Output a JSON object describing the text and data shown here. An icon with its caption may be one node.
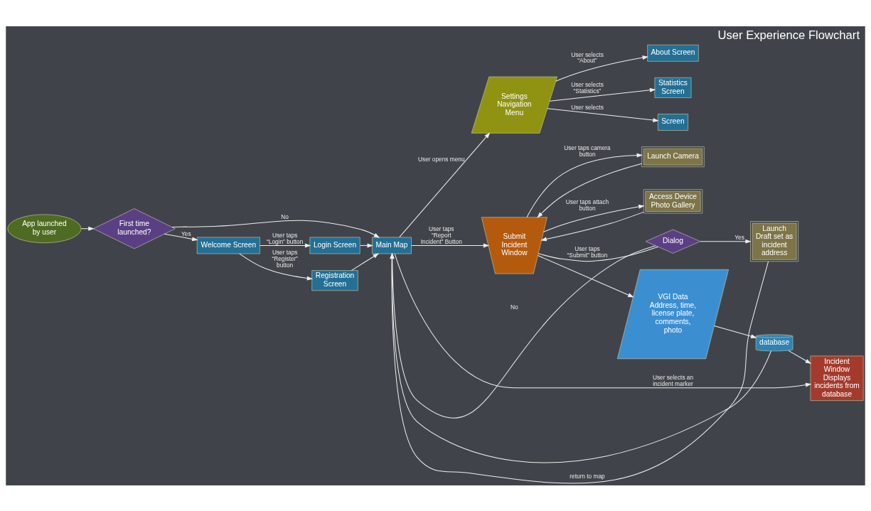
{
  "diagram": {
    "title": "User Experience Flowchart",
    "nodes": [
      {
        "text": [
          "App launched by user"
        ]
      },
      {
        "text": [
          "First time launched?"
        ]
      },
      {
        "text": [
          "About Screen"
        ]
      },
      {
        "text": [
          "Statistics Screen"
        ]
      },
      {
        "text": [
          "Screen"
        ]
      },
      {
        "text": [
          "Settings Navigation Menu"
        ]
      },
      {
        "text": [
          "Launch Camera"
        ]
      },
      {
        "text": [
          "Access Device Photo Gallery"
        ]
      },
      {
        "text": [
          "Main Map"
        ]
      },
      {
        "text": [
          "Submit Incident Window"
        ]
      },
      {
        "text": [
          "Welcome Screen"
        ]
      },
      {
        "text": [
          "Dialog"
        ]
      },
      {
        "text": [
          "Login Screen"
        ]
      },
      {
        "text": [
          "Registration Screen"
        ]
      },
      {
        "text": [
          "Incident Window",
          "Displays incidents from database"
        ]
      },
      {
        "text": [
          "database"
        ]
      },
      {
        "text": [
          "VGI Data",
          "Address, time, license plate, comments, photo"
        ]
      },
      {
        "text": [
          "Launch",
          "Draft set as incident address"
        ]
      }
    ],
    "edges": [
      {
        "from": 0,
        "to": 1,
        "arrow": "to"
      },
      {
        "from": 1,
        "to": 8,
        "arrow": "to",
        "label": "No"
      },
      {
        "from": 1,
        "to": 10,
        "arrow": "to",
        "label": "Yes"
      },
      {
        "from": 10,
        "to": 12,
        "arrow": "to",
        "label": "User taps “Login” button"
      },
      {
        "from": 10,
        "to": 13,
        "arrow": "to",
        "label": "User taps “Register” button"
      },
      {
        "from": 12,
        "to": 8,
        "arrow": "to"
      },
      {
        "from": 13,
        "to": 8,
        "arrow": "to"
      },
      {
        "from": 8,
        "to": 5,
        "arrow": "to",
        "label": "User opens menu"
      },
      {
        "from": 5,
        "to": 2,
        "arrow": "to",
        "label": "User selects “About”"
      },
      {
        "from": 5,
        "to": 3,
        "arrow": "to",
        "label": "User selects “Statistics”"
      },
      {
        "from": 5,
        "to": 4,
        "arrow": "to",
        "label": "User selects"
      },
      {
        "from": 8,
        "to": 9,
        "arrow": "to",
        "label": "User taps “Report Incident” Button"
      },
      {
        "from": 9,
        "to": 6,
        "arrow": "to",
        "label": "User taps camera button"
      },
      {
        "from": 9,
        "to": 7,
        "arrow": "to",
        "label": "User taps attach button"
      },
      {
        "from": 6,
        "to": 9,
        "arrow": "to"
      },
      {
        "from": 7,
        "to": 9,
        "arrow": "to"
      },
      {
        "from": 9,
        "to": 11,
        "arrow": "none",
        "label": "User taps “Submit” button"
      },
      {
        "from": 9,
        "to": 16,
        "arrow": "to"
      },
      {
        "from": 16,
        "to": 15,
        "arrow": "to"
      },
      {
        "from": 15,
        "to": 14,
        "arrow": "to"
      },
      {
        "from": 15,
        "to": 8,
        "arrow": "to"
      },
      {
        "from": 8,
        "to": 14,
        "arrow": "to",
        "label": "User selects an incident marker"
      },
      {
        "from": 11,
        "to": 17,
        "arrow": "to",
        "label": "Yes"
      },
      {
        "from": 11,
        "to": 8,
        "arrow": "to",
        "label": "No"
      },
      {
        "from": 17,
        "to": 8,
        "arrow": "to",
        "label": "return to map"
      }
    ]
  }
}
